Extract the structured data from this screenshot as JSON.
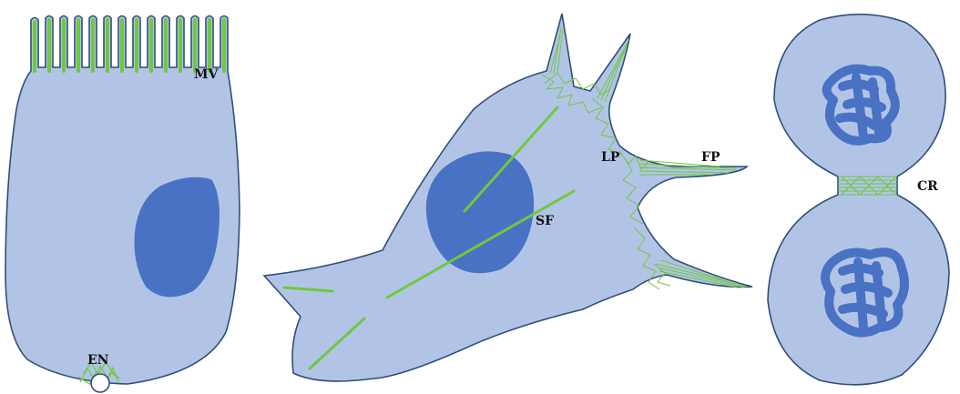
{
  "labels": {
    "microvilli": "MV",
    "endocytosis": "EN",
    "lamellipodium": "LP",
    "filopodium": "FP",
    "stress_fibers": "SF",
    "contractile_ring": "CR"
  },
  "colors": {
    "cytoplasm": "#b2c4e6",
    "outline": "#2f4f7a",
    "nucleus": "#4a72c4",
    "actin": "#6fc93c",
    "actin_light": "#9ddf7a",
    "background": "#ffffff"
  }
}
